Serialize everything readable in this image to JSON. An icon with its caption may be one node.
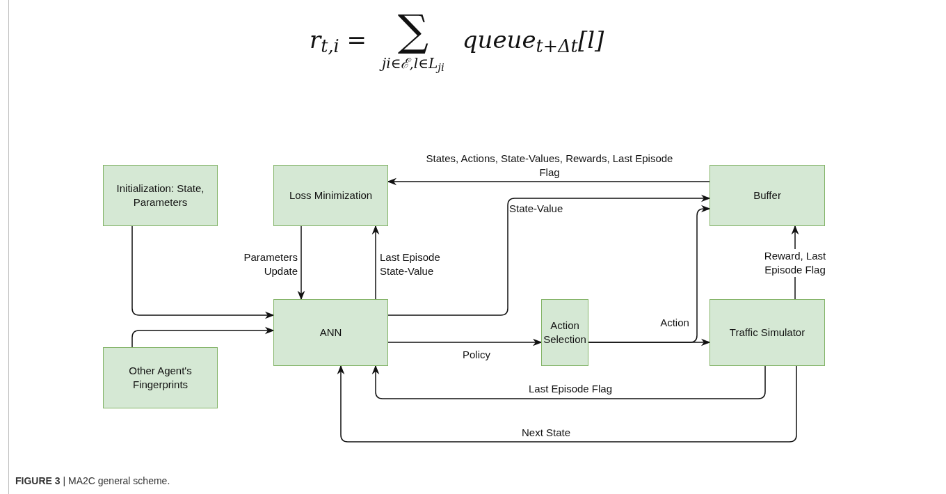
{
  "diagram": {
    "caption": "**FIGURE 3** | MA2C general scheme.",
    "nodes": [
      {
        "text": [
          "Initialization: State, Parameters"
        ]
      },
      {
        "text": [
          "Loss Minimization"
        ]
      },
      {
        "text": [
          "Buffer"
        ]
      },
      {
        "text": [
          "ANN"
        ]
      },
      {
        "text": [
          "Action Selection"
        ]
      },
      {
        "text": [
          "Traffic Simulator"
        ]
      },
      {
        "text": [
          "Other Agent's Fingerprints"
        ]
      }
    ],
    "edges": [
      {
        "from": 2,
        "to": 1,
        "arrow": "to",
        "label": "States, Actions, State-Values, Rewards, Last Episode Flag"
      },
      {
        "from": 0,
        "to": 3,
        "arrow": "to"
      },
      {
        "from": 6,
        "to": 3,
        "arrow": "to"
      },
      {
        "from": 1,
        "to": 3,
        "arrow": "to",
        "label": "Parameters Update"
      },
      {
        "from": 3,
        "to": 1,
        "arrow": "to",
        "label": "Last Episode State-Value"
      },
      {
        "from": 3,
        "to": 2,
        "arrow": "to",
        "label": "State-Value"
      },
      {
        "from": 3,
        "to": 4,
        "arrow": "to",
        "label": "Policy"
      },
      {
        "from": 4,
        "to": 5,
        "arrow": "to",
        "label": "Action"
      },
      {
        "from": 4,
        "to": 2,
        "arrow": "to"
      },
      {
        "from": 5,
        "to": 2,
        "arrow": "to",
        "label": "Reward, Last Episode Flag"
      },
      {
        "from": 5,
        "to": 3,
        "arrow": "to",
        "label": "Last Episode Flag"
      },
      {
        "from": 5,
        "to": 3,
        "arrow": "to",
        "label": "Next State"
      }
    ],
    "labels": [
      "r$_{t,i}$ =",
      "∑",
      "ji∈ℰ,l∈L$_{ji}$",
      "queue$_{t+Δt}$[l]"
    ]
  }
}
